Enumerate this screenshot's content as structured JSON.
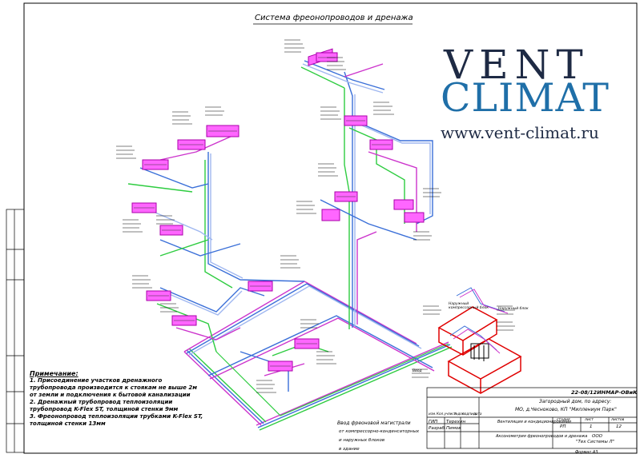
{
  "title": "Система фреонопроводов и дренажа",
  "logo": {
    "line1": "VENT",
    "line2": "CLIMAT",
    "url": "www.vent-climat.ru"
  },
  "notes": {
    "header": "Примечание:",
    "items": [
      "1. Присоединение участков дренажного трубопровода производится к стоякам не выше 2м от земли и подключения к бытовой канализации",
      "2. Дренажный трубопровод теплоизоляции трубопровод K-Flex ST, толщиной стенки 9мм",
      "3. Фреонопровод теплоизоляции трубками K-Flex ST, толщиной стенки 13мм"
    ]
  },
  "legend": {
    "title": "Ввод фреоновой магистрали",
    "items": [
      "от компрессорно-конденсаторных",
      "и наружных блоков",
      "в здание"
    ]
  },
  "stamp": {
    "code": "22-08/12ИНМАР-ОВиК",
    "address_1": "Загородный дом, по адресу:",
    "address_2": "МО, д.Чесноково, КП \"Миллениум Парк\"",
    "section": "Вентиляция и кондиционирование",
    "stage_label": "стадия",
    "sheet_label": "лист",
    "sheets_label": "листов",
    "stage": "РП",
    "sheet": "1",
    "sheets": "12",
    "drawing_name": "Аксонометрия фреонопроводов и дренажа",
    "company_1": "ООО",
    "company_2": "\"Тех Системы Л\"",
    "format": "Формат А3",
    "role_1": "ГИП",
    "name_1": "Терехин",
    "role_2": "Разраб.",
    "name_2": "Пимов",
    "col_izm": "изм.",
    "col_kol": "Кол.уч",
    "col_list": "лист",
    "col_doc": "№док.",
    "col_podp": "подпись",
    "col_date": "дата"
  },
  "callouts": {
    "outdoor_1": "Наружный компрессорный блок",
    "outdoor_2": "Наружный блок",
    "outdoor_3": "Ввод"
  }
}
